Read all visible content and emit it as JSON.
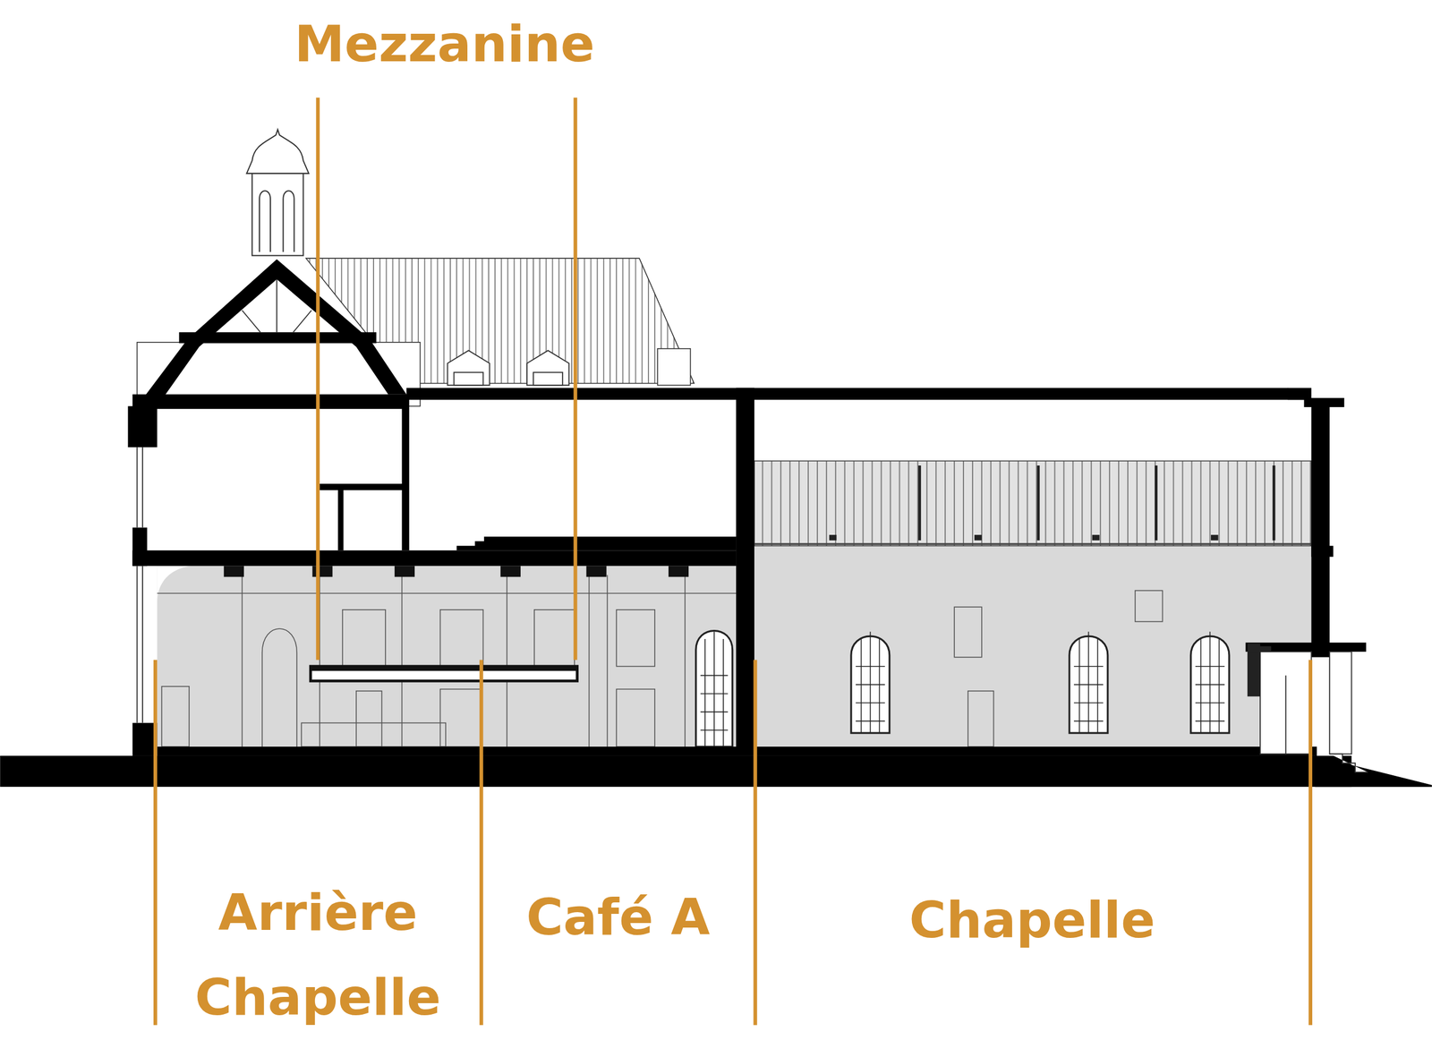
{
  "diagram": {
    "labels": [
      "Mezzanine",
      "Arrière Chapelle",
      "Café A",
      "Chapelle"
    ]
  }
}
